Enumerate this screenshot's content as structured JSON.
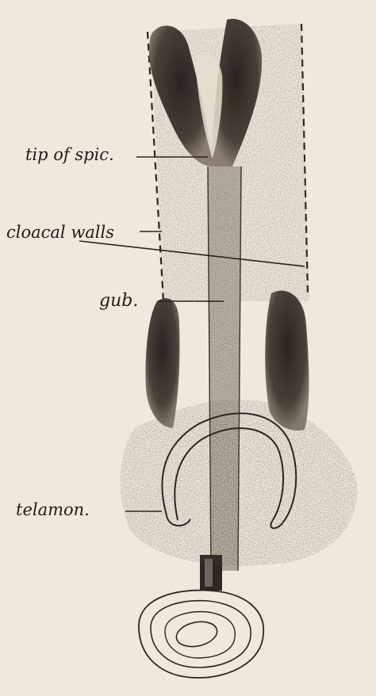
{
  "figure": {
    "background": "#efe9dc",
    "ink": "#1f1a17",
    "labels": {
      "tip": "tip of spic.",
      "cloacal": "cloacal walls",
      "gub": "gub.",
      "telamon": "telamon."
    }
  }
}
